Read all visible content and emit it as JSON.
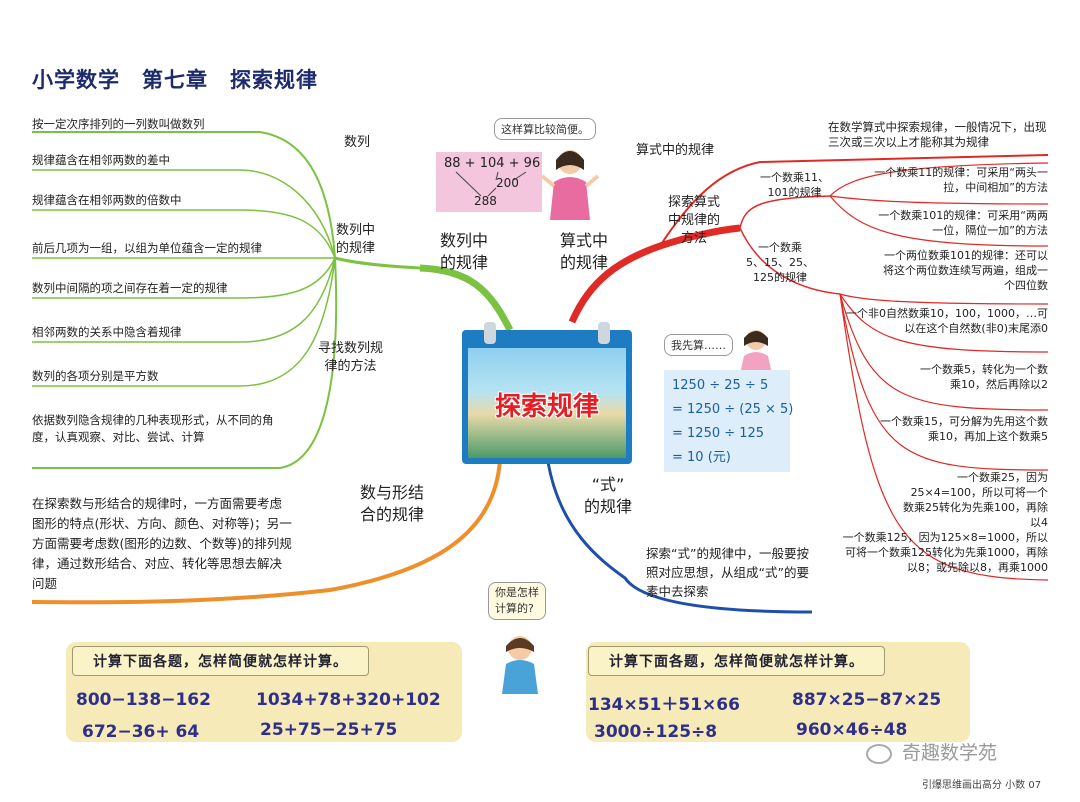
{
  "header": {
    "title": "小学数学　第七章　探索规律"
  },
  "left": {
    "sequence_branch": "数列",
    "sequence_def": "按一定次序排列的一列数叫做数列",
    "rules_branch": "数列中\n的规律",
    "rules": [
      "规律蕴含在相邻两数的差中",
      "规律蕴含在相邻两数的倍数中",
      "前后几项为一组，以组为单位蕴含一定的规律",
      "数列中间隔的项之间存在着一定的规律",
      "相邻两数的关系中隐含着规律",
      "数列的各项分别是平方数"
    ],
    "methods_branch": "寻找数列规\n律的方法",
    "methods_text": "依据数列隐含规律的几种表现形式，从不同的角度，认真观察、对比、尝试、计算",
    "main_branch": "数列中\n的规律",
    "shape_branch": "数与形结\n合的规律",
    "shape_text": "在探索数与形结合的规律时，一方面需要考虑图形的特点(形状、方向、颜色、对称等)；另一方面需要考虑数(图形的边数、个数等)的排列规律，通过数形结合、对应、转化等思想去解决问题"
  },
  "center": {
    "calendar_label": "探索规律",
    "bubble_top": "这样算比较简便。",
    "sum_expr": "88 + 104 + 96",
    "sum_200": "200",
    "sum_288": "288",
    "bubble_mid": "我先算……",
    "equations": [
      "1250 ÷ 25 ÷ 5",
      "= 1250 ÷ (25 × 5)",
      "= 1250 ÷ 125",
      "= 10 (元)"
    ],
    "bubble_bottom": "你是怎样\n计算的?"
  },
  "right": {
    "main_branch": "算式中\n的规律",
    "formula_branch": "算式中的规律",
    "formula_text": "在数学算式中探索规律，一般情况下，出现三次或三次以上才能称其为规律",
    "method_branch": "探索算式\n中规律的\n方法",
    "mul11_branch": "一个数乘11、\n101的规律",
    "mul11_rule": "一个数乘11的规律：可采用“两头一拉，中间相加”的方法",
    "mul101_rule": "一个数乘101的规律：可采用“两两一位，隔位一加”的方法",
    "mul101_two_digit": "一个两位数乘101的规律：还可以将这个两位数连续写两遍，组成一个四位数",
    "mul5_branch": "一个数乘\n5、15、25、\n125的规律",
    "mul10": "一个非0自然数乘10，100，1000，…可以在这个自然数(非0)末尾添0",
    "mul5": "一个数乘5，转化为一个数乘10，然后再除以2",
    "mul15": "一个数乘15，可分解为先用这个数乘10，再加上这个数乘5",
    "mul25": "一个数乘25，因为25×4=100，所以可将一个数乘25转化为先乘100，再除以4",
    "mul125": "一个数乘125，因为125×8=1000，所以可将一个数乘125转化为先乘1000，再除以8；或先除以8，再乘1000",
    "pattern_branch": "“式”\n的规律",
    "pattern_text": "探索“式”的规律中，一般要按照对应思想，从组成“式”的要素中去探索"
  },
  "exercises": {
    "left_label": "计算下面各题，怎样简便就怎样计算。",
    "left_items": [
      "800−138−162",
      "1034+78+320+102",
      "672−36+ 64",
      "25+75−25+75"
    ],
    "right_label": "计算下面各题，怎样简便就怎样计算。",
    "right_items": [
      "134×51＋51×66",
      "887×25−87×25",
      "3000÷125÷8",
      "960×46÷48"
    ]
  },
  "footer": {
    "watermark": "奇趣数学苑",
    "page_note": "引爆思维画出高分 小数 07"
  },
  "colors": {
    "green": "#7cc242",
    "red": "#e02a26",
    "orange": "#ef8f2a",
    "blue": "#1f4fa8",
    "title": "#1d2a6b"
  }
}
